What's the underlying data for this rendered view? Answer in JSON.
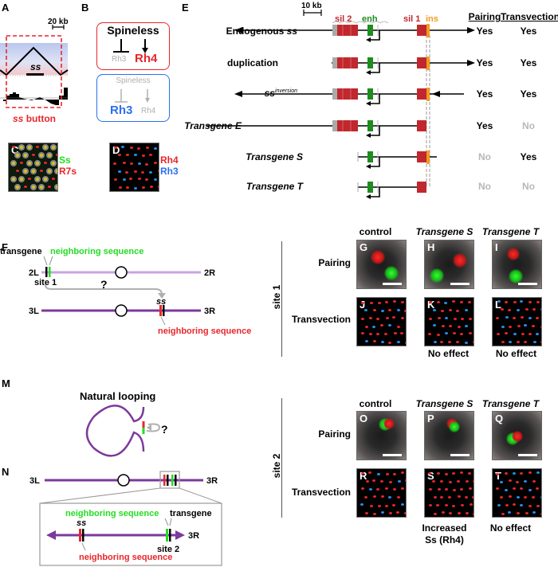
{
  "colors": {
    "red": "#e8262b",
    "dark_red": "#c0282e",
    "green": "#1e8c1e",
    "bright_green": "#22dd22",
    "blue": "#2b6ff0",
    "orange": "#f39a1e",
    "purple": "#7b3a9c",
    "light_purple": "#c9a3e0",
    "gray": "#b0b0b0",
    "black": "#000000"
  },
  "panels": {
    "A": {
      "letter": "A",
      "scale": "20 kb",
      "gene": "ss",
      "caption_italic": "ss",
      "caption": " button"
    },
    "B": {
      "letter": "B",
      "top_box": {
        "regulator": "Spineless",
        "repressed": "Rh3",
        "activated": "Rh4"
      },
      "bottom_box": {
        "regulator": "Spineless",
        "repressed": "Rh3",
        "activated": "Rh4"
      }
    },
    "C": {
      "letter": "C",
      "legend": [
        "Ss",
        "R7s"
      ]
    },
    "D": {
      "letter": "D",
      "legend": [
        "Rh4",
        "Rh3"
      ]
    },
    "E": {
      "letter": "E",
      "scale": "10 kb",
      "features": {
        "sil2": "sil 2",
        "enh": "enh",
        "sil1": "sil 1",
        "ins": "ins"
      },
      "headers": {
        "pairing": "Pairing",
        "transvection": "Transvection"
      },
      "rows": [
        {
          "label": "Endogenous ",
          "label_italic": "ss",
          "pairing": "Yes",
          "transvection": "Yes"
        },
        {
          "label": "duplication",
          "label_italic": "",
          "pairing": "Yes",
          "transvection": "Yes"
        },
        {
          "label": "",
          "label_italic": "ss",
          "label_sup": "inversion",
          "pairing": "Yes",
          "transvection": "Yes"
        },
        {
          "label": "Transgene E",
          "label_italic": "",
          "pairing": "Yes",
          "transvection": "No"
        },
        {
          "label": "Transgene S",
          "label_italic": "",
          "pairing": "No",
          "transvection": "Yes"
        },
        {
          "label": "Transgene T",
          "label_italic": "",
          "pairing": "No",
          "transvection": "No"
        }
      ]
    },
    "F": {
      "letter": "F",
      "transgene": "transgene",
      "neighboring_green": "neighboring sequence",
      "site": "site 1",
      "question": "?",
      "gene": "ss",
      "neighboring_red": "neighboring sequence",
      "arms": {
        "c2_left": "2L",
        "c2_right": "2R",
        "c3_left": "3L",
        "c3_right": "3R"
      }
    },
    "M": {
      "letter": "M",
      "title": "Natural looping",
      "question": "?"
    },
    "N": {
      "letter": "N",
      "arms": {
        "left": "3L",
        "right": "3R",
        "inset_right": "3R"
      },
      "neighboring_green": "neighboring sequence",
      "transgene": "transgene",
      "gene": "ss",
      "site": "site 2",
      "neighboring_red": "neighboring sequence"
    },
    "site1": {
      "side_label": "site 1",
      "rows": {
        "pairing": "Pairing",
        "transvection": "Transvection"
      },
      "pairing_letters": [
        "G",
        "H",
        "I"
      ],
      "transvection_letters": [
        "J",
        "K",
        "L"
      ],
      "effects": [
        "",
        "No effect",
        "No effect"
      ]
    },
    "site2": {
      "side_label": "site 2",
      "columns": [
        "control",
        "Transgene S",
        "Transgene T"
      ],
      "rows": {
        "pairing": "Pairing",
        "transvection": "Transvection"
      },
      "pairing_letters": [
        "O",
        "P",
        "Q"
      ],
      "transvection_letters": [
        "R",
        "S",
        "T"
      ],
      "effects": [
        "",
        "Increased\nSs (Rh4)",
        "No effect"
      ],
      "effect_s_line1": "Increased",
      "effect_s_line2": "Ss (Rh4)",
      "effect_t": "No effect"
    },
    "site1_columns": [
      "control",
      "Transgene S",
      "Transgene T"
    ]
  }
}
